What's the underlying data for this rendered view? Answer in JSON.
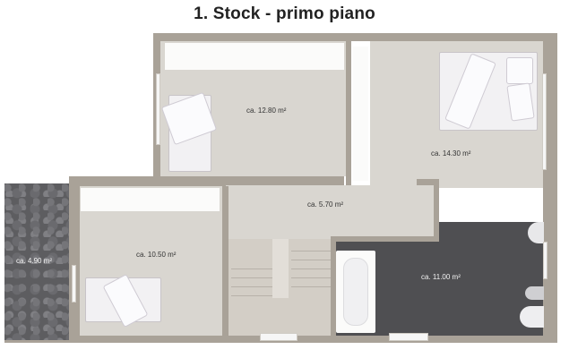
{
  "title": "1. Stock - primo piano",
  "rooms": [
    {
      "id": "bedroom-top-left",
      "area": "ca. 12.80 m²"
    },
    {
      "id": "bedroom-top-right",
      "area": "ca. 14.30 m²"
    },
    {
      "id": "hallway",
      "area": "ca. 5.70 m²"
    },
    {
      "id": "bedroom-bottom-left",
      "area": "ca. 10.50 m²"
    },
    {
      "id": "terrace",
      "area": "ca. 4.90 m²"
    },
    {
      "id": "bathroom",
      "area": "ca. 11.00 m²"
    }
  ],
  "colors": {
    "wall": "#a9a298",
    "floor": "#d9d6d0",
    "bathroom_floor": "#4f4f52",
    "terrace": "#5d5d60"
  }
}
